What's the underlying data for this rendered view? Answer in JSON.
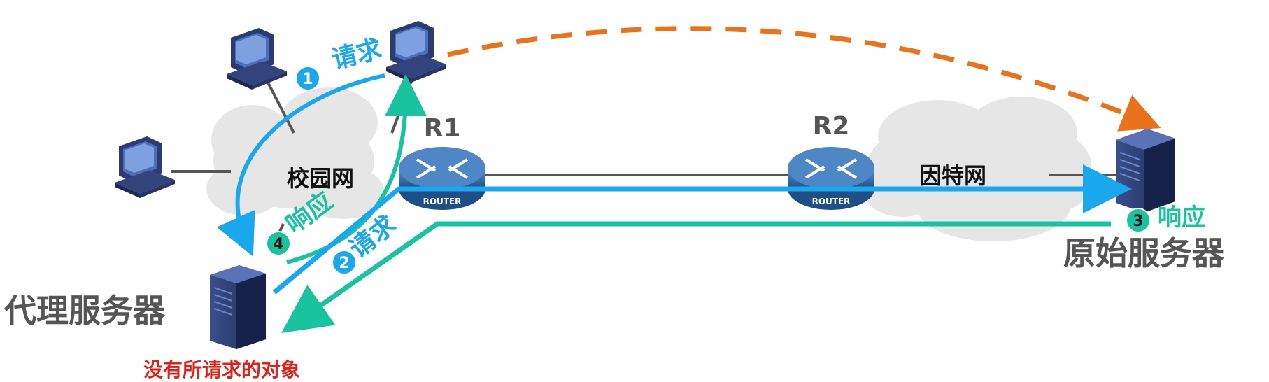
{
  "diagram": {
    "labels": {
      "campus_network": "校园网",
      "internet": "因特网",
      "proxy_server": "代理服务器",
      "origin_server": "原始服务器",
      "no_object": "没有所请求的对象",
      "r1": "R1",
      "r2": "R2",
      "router_text": "ROUTER"
    },
    "steps": [
      {
        "num": "1",
        "text": "请求"
      },
      {
        "num": "2",
        "text": "请求"
      },
      {
        "num": "3",
        "text": "响应"
      },
      {
        "num": "4",
        "text": "响应"
      }
    ],
    "colors": {
      "request": "#1aa7ec",
      "response": "#19c3a0",
      "direct_dashed": "#e8731a",
      "warning_text": "#e0201b",
      "label_gray": "#555555",
      "router_body": "#2f6aa8",
      "cloud": "#e6e6e6"
    }
  }
}
